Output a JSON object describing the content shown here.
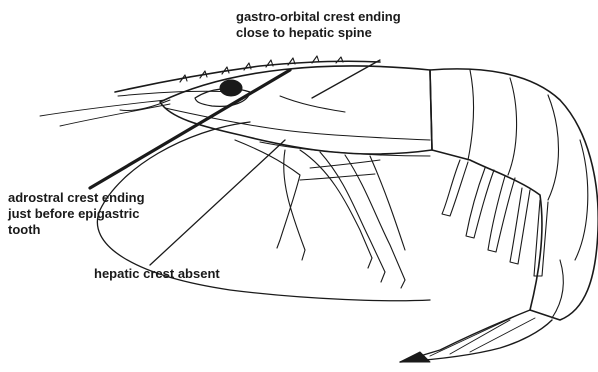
{
  "annotations": {
    "gastro_orbital": [
      "gastro-orbital crest ending",
      "close to hepatic spine"
    ],
    "adrostral": [
      "adrostral crest ending",
      "just before epigastric",
      "tooth"
    ],
    "hepatic": [
      "hepatic crest absent"
    ]
  },
  "colors": {
    "ink": "#1a1a1a",
    "background": "#ffffff"
  }
}
